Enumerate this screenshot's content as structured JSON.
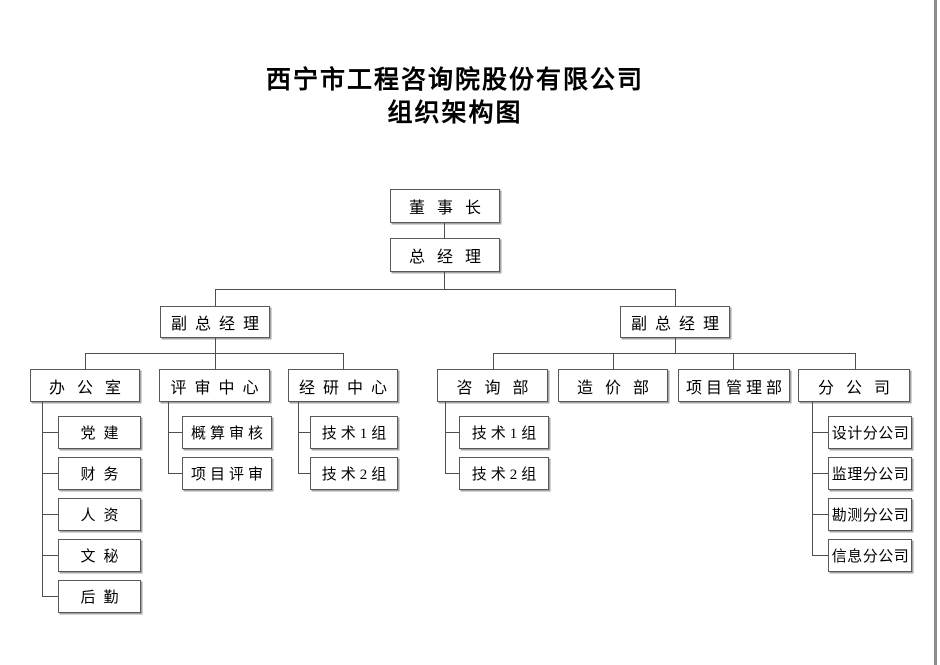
{
  "title": {
    "line1": "西宁市工程咨询院股份有限公司",
    "line2": "组织架构图"
  },
  "org": {
    "chairman": "董事长",
    "general_manager": "总经理",
    "deputy_gm_left": "副总经理",
    "deputy_gm_right": "副总经理",
    "left_branch": {
      "departments": [
        {
          "label": "办公室",
          "children": [
            "党建",
            "财务",
            "人资",
            "文秘",
            "后勤"
          ]
        },
        {
          "label": "评审中心",
          "children": [
            "概算审核",
            "项目评审"
          ]
        },
        {
          "label": "经研中心",
          "children": [
            "技术1组",
            "技术2组"
          ]
        }
      ]
    },
    "right_branch": {
      "departments": [
        {
          "label": "咨询部",
          "children": [
            "技术1组",
            "技术2组"
          ]
        },
        {
          "label": "造价部",
          "children": []
        },
        {
          "label": "项目管理部",
          "children": []
        },
        {
          "label": "分公司",
          "children": [
            "设计分公司",
            "监理分公司",
            "勘测分公司",
            "信息分公司"
          ]
        }
      ]
    }
  },
  "colors": {
    "background": "#ffffff",
    "box_border": "#595959",
    "connector_line": "#4f4f4f",
    "text": "#000000",
    "page_edge_line": "#8c8c8c"
  }
}
